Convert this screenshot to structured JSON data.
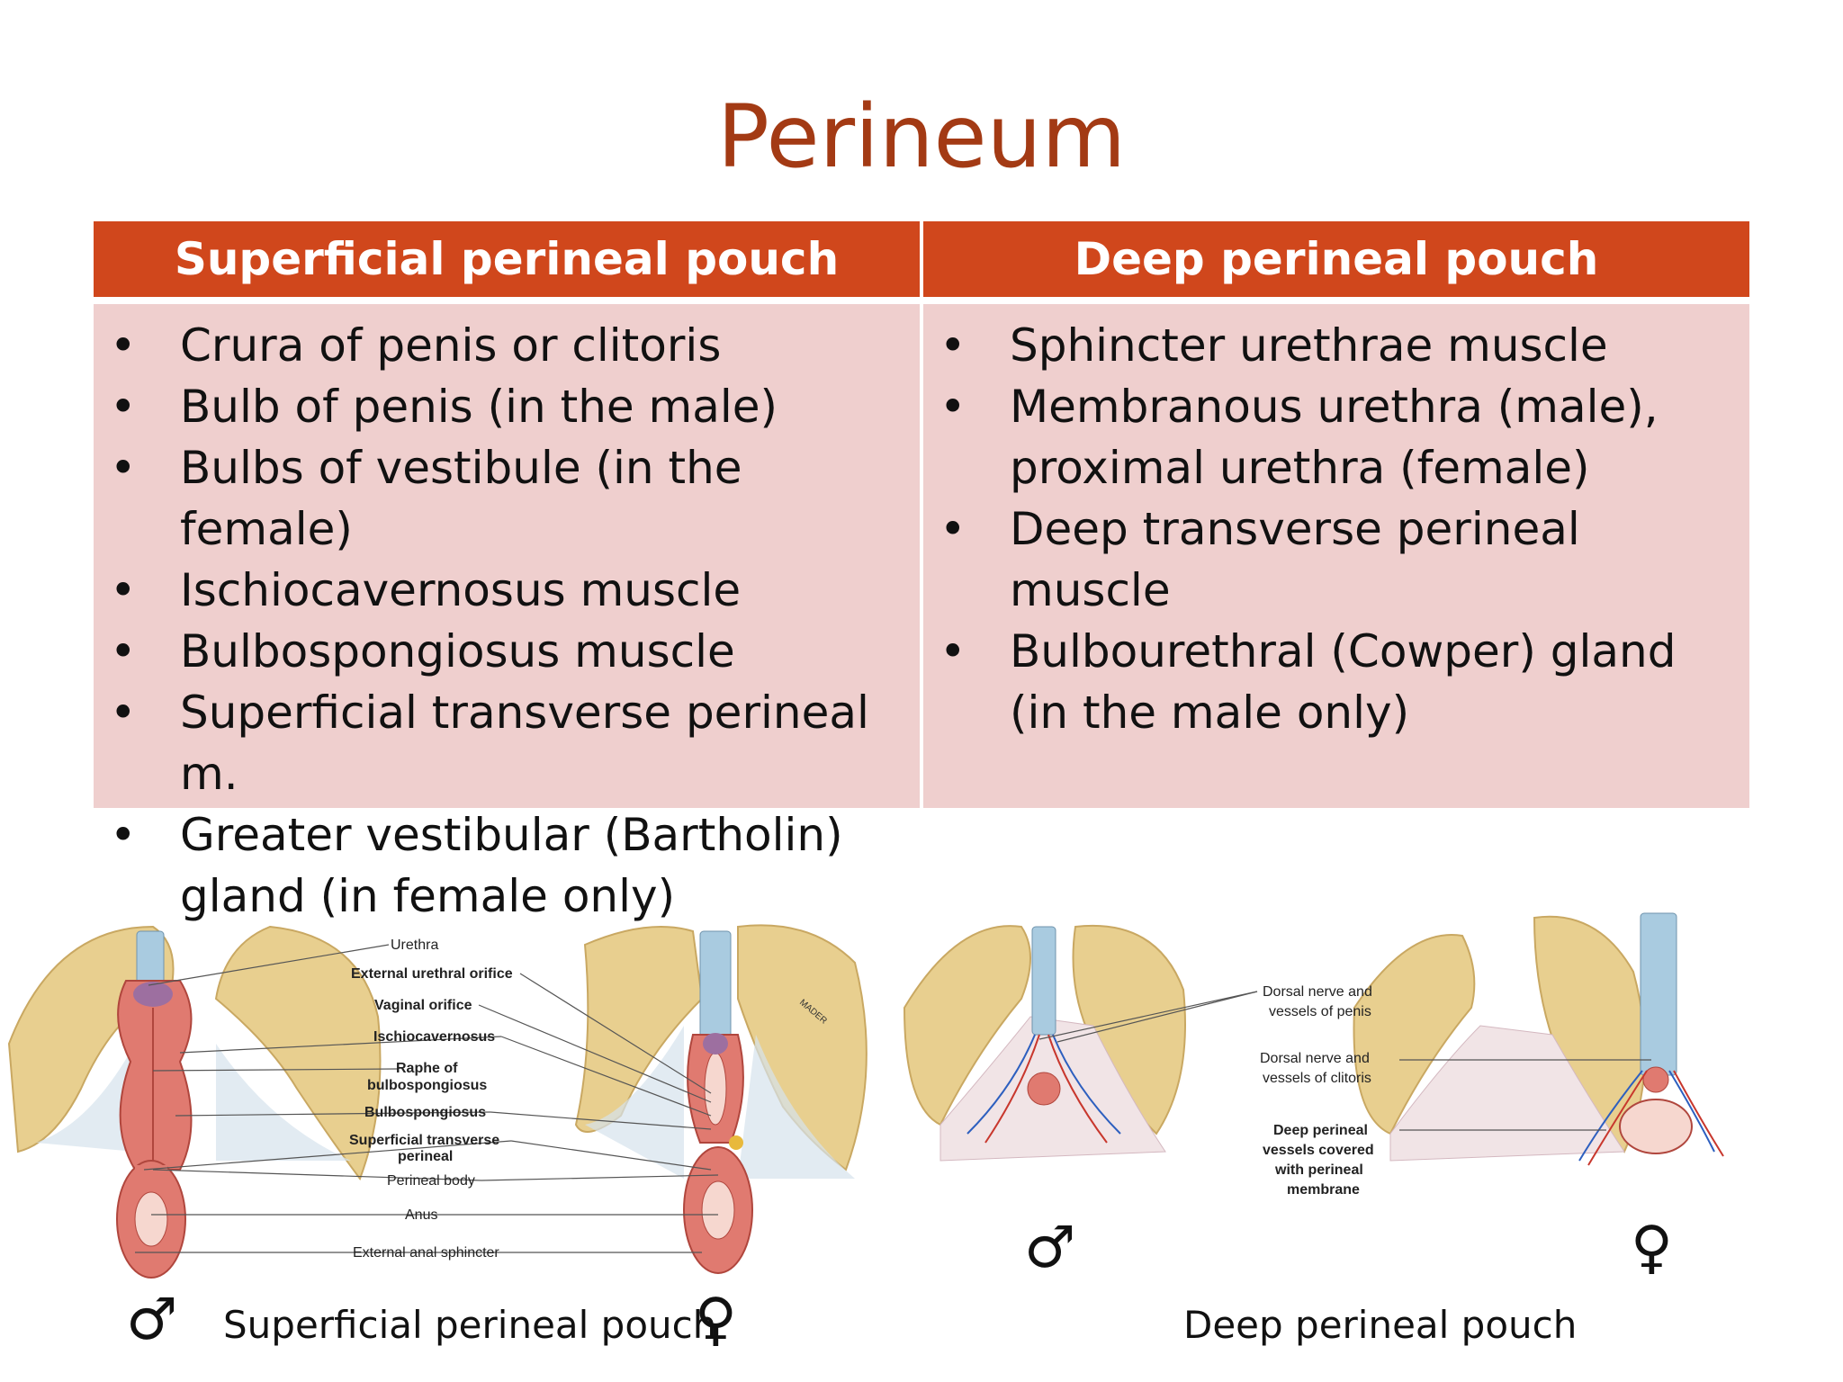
{
  "title": "Perineum",
  "table": {
    "headers": [
      "Superficial perineal pouch",
      "Deep perineal pouch"
    ],
    "left_items": [
      "Crura of penis or clitoris",
      "Bulb of penis (in the male)",
      "Bulbs of vestibule (in the female)",
      "Ischiocavernosus muscle",
      "Bulbospongiosus muscle",
      "Superficial transverse perineal m.",
      "Greater vestibular (Bartholin) gland (in female only)"
    ],
    "right_items": [
      "Sphincter urethrae muscle",
      "Membranous urethra (male), proximal urethra (female)",
      "Deep transverse perineal muscle",
      "Bulbourethral (Cowper) gland (in the male only)"
    ],
    "bullet": "•"
  },
  "figure_left": {
    "labels": {
      "urethra": "Urethra",
      "ext_urethral": "External urethral orifice",
      "vaginal": "Vaginal orifice",
      "ischio": "Ischiocavernosus",
      "raphe1": "Raphe of",
      "raphe2": "bulbospongiosus",
      "bulbo": "Bulbospongiosus",
      "sup1": "Superficial transverse",
      "sup2": "perineal",
      "perineal_body": "Perineal body",
      "anus": "Anus",
      "ext_anal": "External anal sphincter"
    },
    "male_symbol": "♂",
    "female_symbol": "♀",
    "caption": "Superficial perineal pouch",
    "signature": "MADER"
  },
  "figure_right": {
    "labels": {
      "dorsal_penis1": "Dorsal nerve and",
      "dorsal_penis2": "vessels of penis",
      "dorsal_clit1": "Dorsal nerve and",
      "dorsal_clit2": "vessels of clitoris",
      "deep1": "Deep perineal",
      "deep2": "vessels covered",
      "deep3": "with perineal",
      "deep4": "membrane"
    },
    "male_symbol": "♂",
    "female_symbol": "♀",
    "caption": "Deep perineal pouch"
  },
  "colors": {
    "title": "#a33a14",
    "header_bg": "#d0471c",
    "cell_bg": "#efcfce",
    "bone": "#e8cf8f",
    "muscle": "#e07a70",
    "urethra": "#a9cbe0"
  }
}
